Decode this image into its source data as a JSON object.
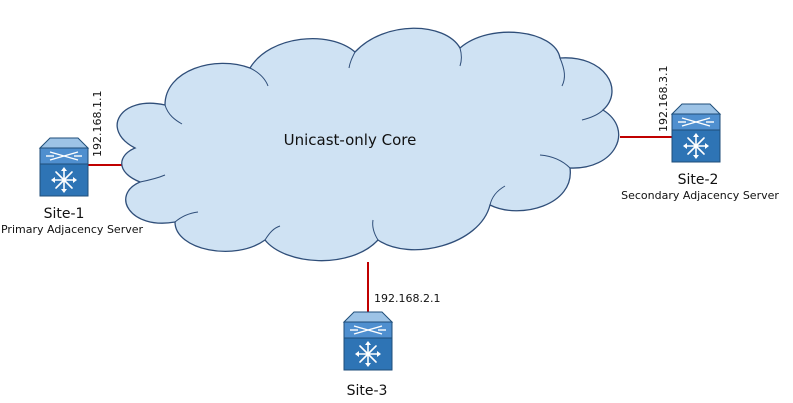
{
  "colors": {
    "cloud_fill": "#cfe2f3",
    "cloud_stroke": "#2f4e79",
    "link": "#c00000",
    "switch_fill": "#2e74b5",
    "switch_top": "#9dc3e6",
    "switch_stroke": "#1f4e79"
  },
  "cloud": {
    "label": "Unicast-only Core"
  },
  "sites": [
    {
      "name": "Site-1",
      "role": "Primary Adjacency Server",
      "ip": "192.168.1.1",
      "icon": "nexus-switch-icon"
    },
    {
      "name": "Site-2",
      "role": "Secondary Adjacency Server",
      "ip": "192.168.3.1",
      "icon": "nexus-switch-icon"
    },
    {
      "name": "Site-3",
      "role": "",
      "ip": "192.168.2.1",
      "icon": "nexus-switch-icon"
    }
  ]
}
